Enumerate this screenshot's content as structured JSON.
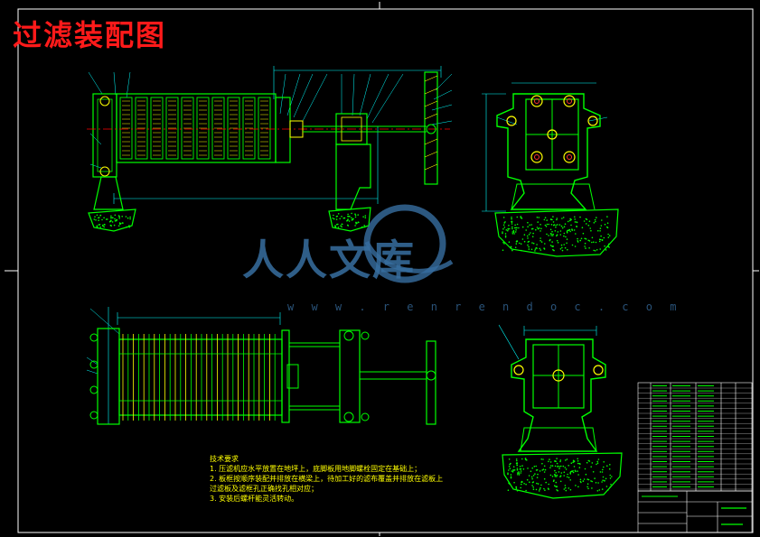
{
  "title": "过滤装配图",
  "watermark": {
    "logo_text": "人人文库",
    "url": "w w w . r e n r e n d o c . c o m"
  },
  "tech_notes": {
    "heading": "技术要求",
    "items": [
      "1. 压滤机应水平放置在地坪上，底脚板用地脚螺栓固定在基础上；",
      "2. 板框按顺序装配并排放在横梁上，待加工好的滤布覆盖并排放在滤板上",
      "   过滤板及滤框孔正确找孔相对应；",
      "3. 安装后螺杆能灵活转动。"
    ]
  },
  "colors": {
    "background": "#000000",
    "lines": "#00ff00",
    "hatch": "#ffff00",
    "centerline": "#ff0000",
    "dimensions": "#00ffff",
    "frame": "#ffffff",
    "title": "#ff1a1a"
  }
}
